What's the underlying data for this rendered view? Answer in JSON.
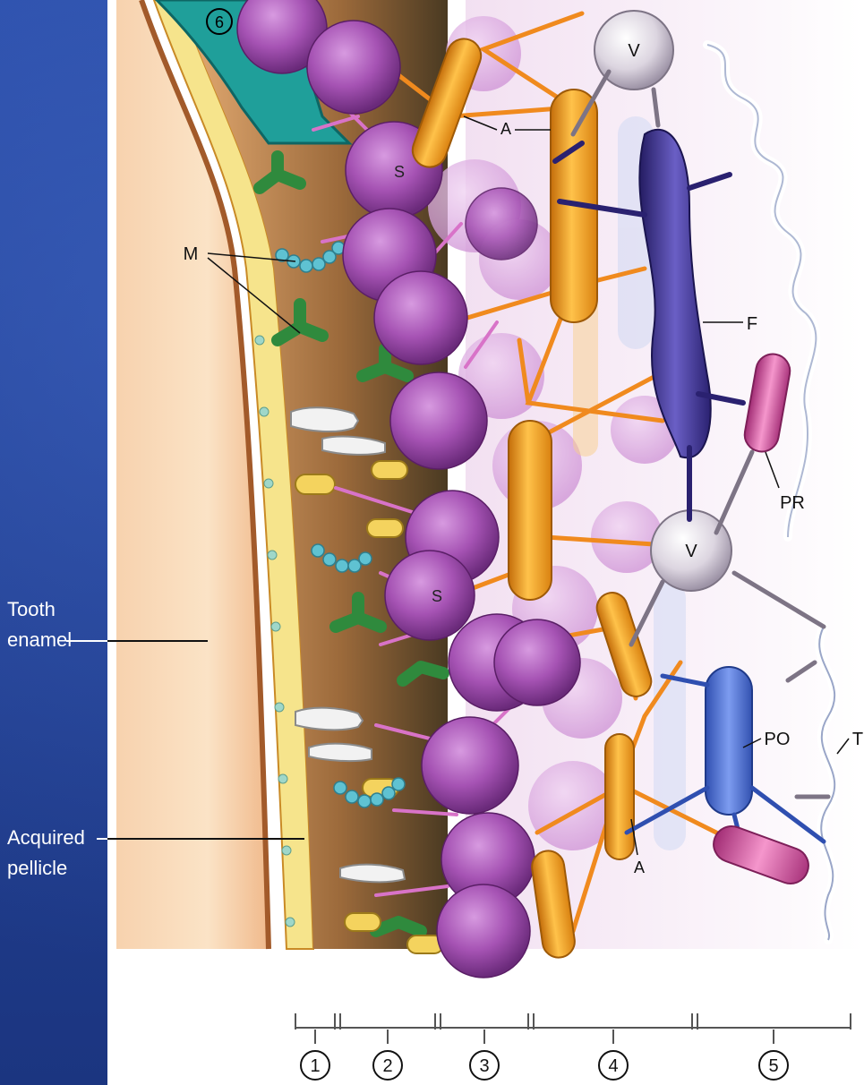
{
  "labels": {
    "m": "M",
    "a_top": "A",
    "a_bottom": "A",
    "s_top": "S",
    "s_bottom": "S",
    "v_top": "V",
    "v_mid": "V",
    "f": "F",
    "pr": "PR",
    "po": "PO",
    "t": "T",
    "six": "6",
    "tooth_enamel_1": "Tooth",
    "tooth_enamel_2": "enamel",
    "acquired_pellicle_1": "Acquired",
    "acquired_pellicle_2": "pellicle"
  },
  "zones": [
    "1",
    "2",
    "3",
    "4",
    "5"
  ],
  "colors": {
    "background": "#1f3f8c",
    "enamel": "#f4c9a3",
    "pellicle": "#f7e88e",
    "tissue": "#c98d5a",
    "purple_sphere": "#9a4aa6",
    "orange": "#f2a023",
    "navy": "#3b2f8c",
    "blue": "#4d6fd0",
    "pink": "#d55aa0",
    "gray_sphere": "#d8d2dc",
    "green": "#2f8a3d",
    "teal_dots": "#58bccc"
  }
}
